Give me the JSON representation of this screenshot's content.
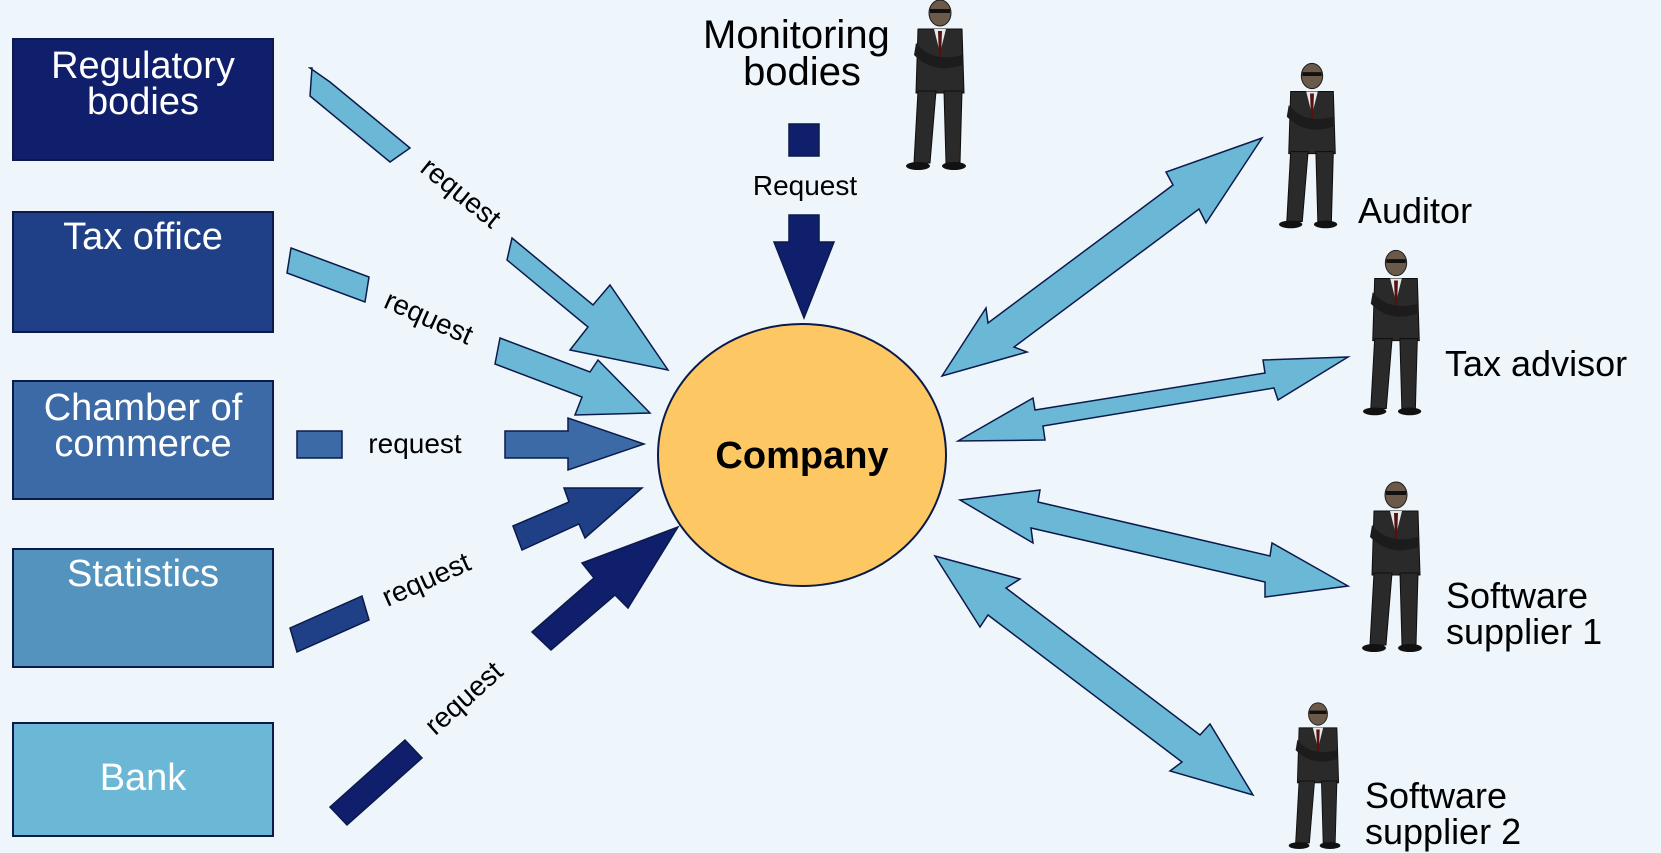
{
  "sources": [
    {
      "label": "Regulatory bodies",
      "color": "#0f1f6b"
    },
    {
      "label": "Tax office",
      "color": "#1f3f86"
    },
    {
      "label": "Chamber of commerce",
      "color": "#3b6aa6"
    },
    {
      "label": "Statistics",
      "color": "#5593bf"
    },
    {
      "label": "Bank",
      "color": "#6bb8d6"
    }
  ],
  "request_label": "request",
  "monitoring": {
    "label": "Monitoring bodies",
    "request_label": "Request"
  },
  "center": {
    "label": "Company",
    "color": "#fdc864"
  },
  "partners": [
    {
      "label": "Auditor"
    },
    {
      "label": "Tax advisor"
    },
    {
      "label": "Software supplier 1"
    },
    {
      "label": "Software supplier 2"
    }
  ],
  "colors": {
    "light_arrow": "#6bb8d6",
    "mid_arrow": "#3b6aa6",
    "dark_arrow": "#1f3f86",
    "navy_arrow": "#0f1f6b",
    "background": "#eef6fc"
  }
}
